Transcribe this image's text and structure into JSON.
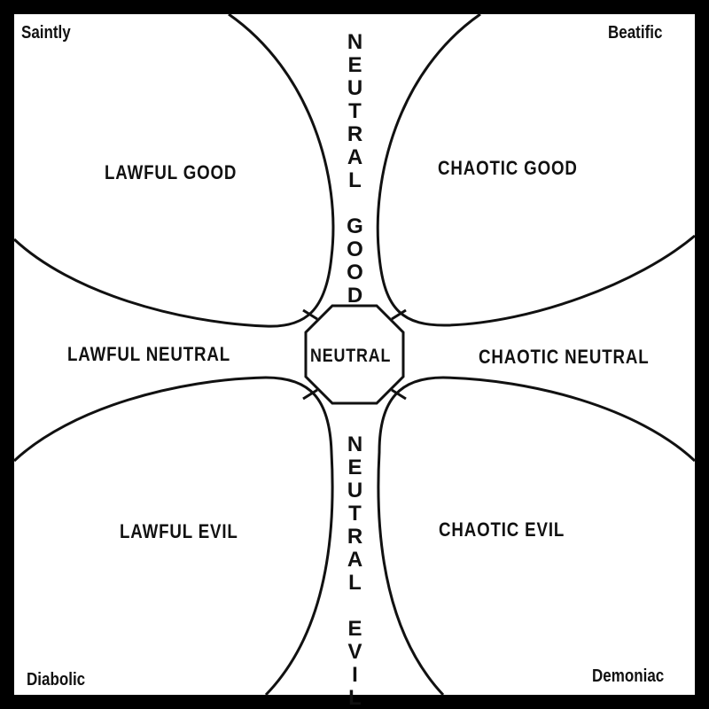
{
  "corners": {
    "top_left": "Saintly",
    "top_right": "Beatific",
    "bottom_left": "Diabolic",
    "bottom_right": "Demoniac"
  },
  "alignments": {
    "lawful_good": "LAWFUL  GOOD",
    "chaotic_good": "CHAOTIC  GOOD",
    "lawful_neutral": "LAWFUL  NEUTRAL",
    "neutral": "NEUTRAL",
    "chaotic_neutral": "CHAOTIC  NEUTRAL",
    "lawful_evil": "LAWFUL  EVIL",
    "chaotic_evil": "CHAOTIC  EVIL",
    "neutral_good": "NEUTRAL GOOD",
    "neutral_evil": "NEUTRAL EVIL"
  }
}
